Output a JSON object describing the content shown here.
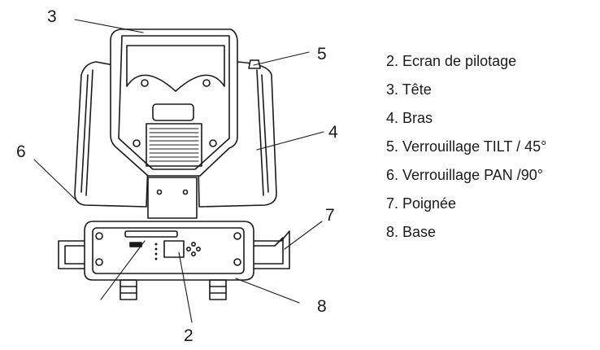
{
  "callouts": {
    "c2": "2",
    "c3": "3",
    "c4": "4",
    "c5": "5",
    "c6": "6",
    "c7": "7",
    "c8": "8"
  },
  "legend": [
    "2. Ecran de pilotage",
    "3. Tête",
    "4. Bras",
    "5. Verrouillage TILT / 45°",
    "6. Verrouillage PAN /90°",
    "7. Poignée",
    "8. Base"
  ]
}
